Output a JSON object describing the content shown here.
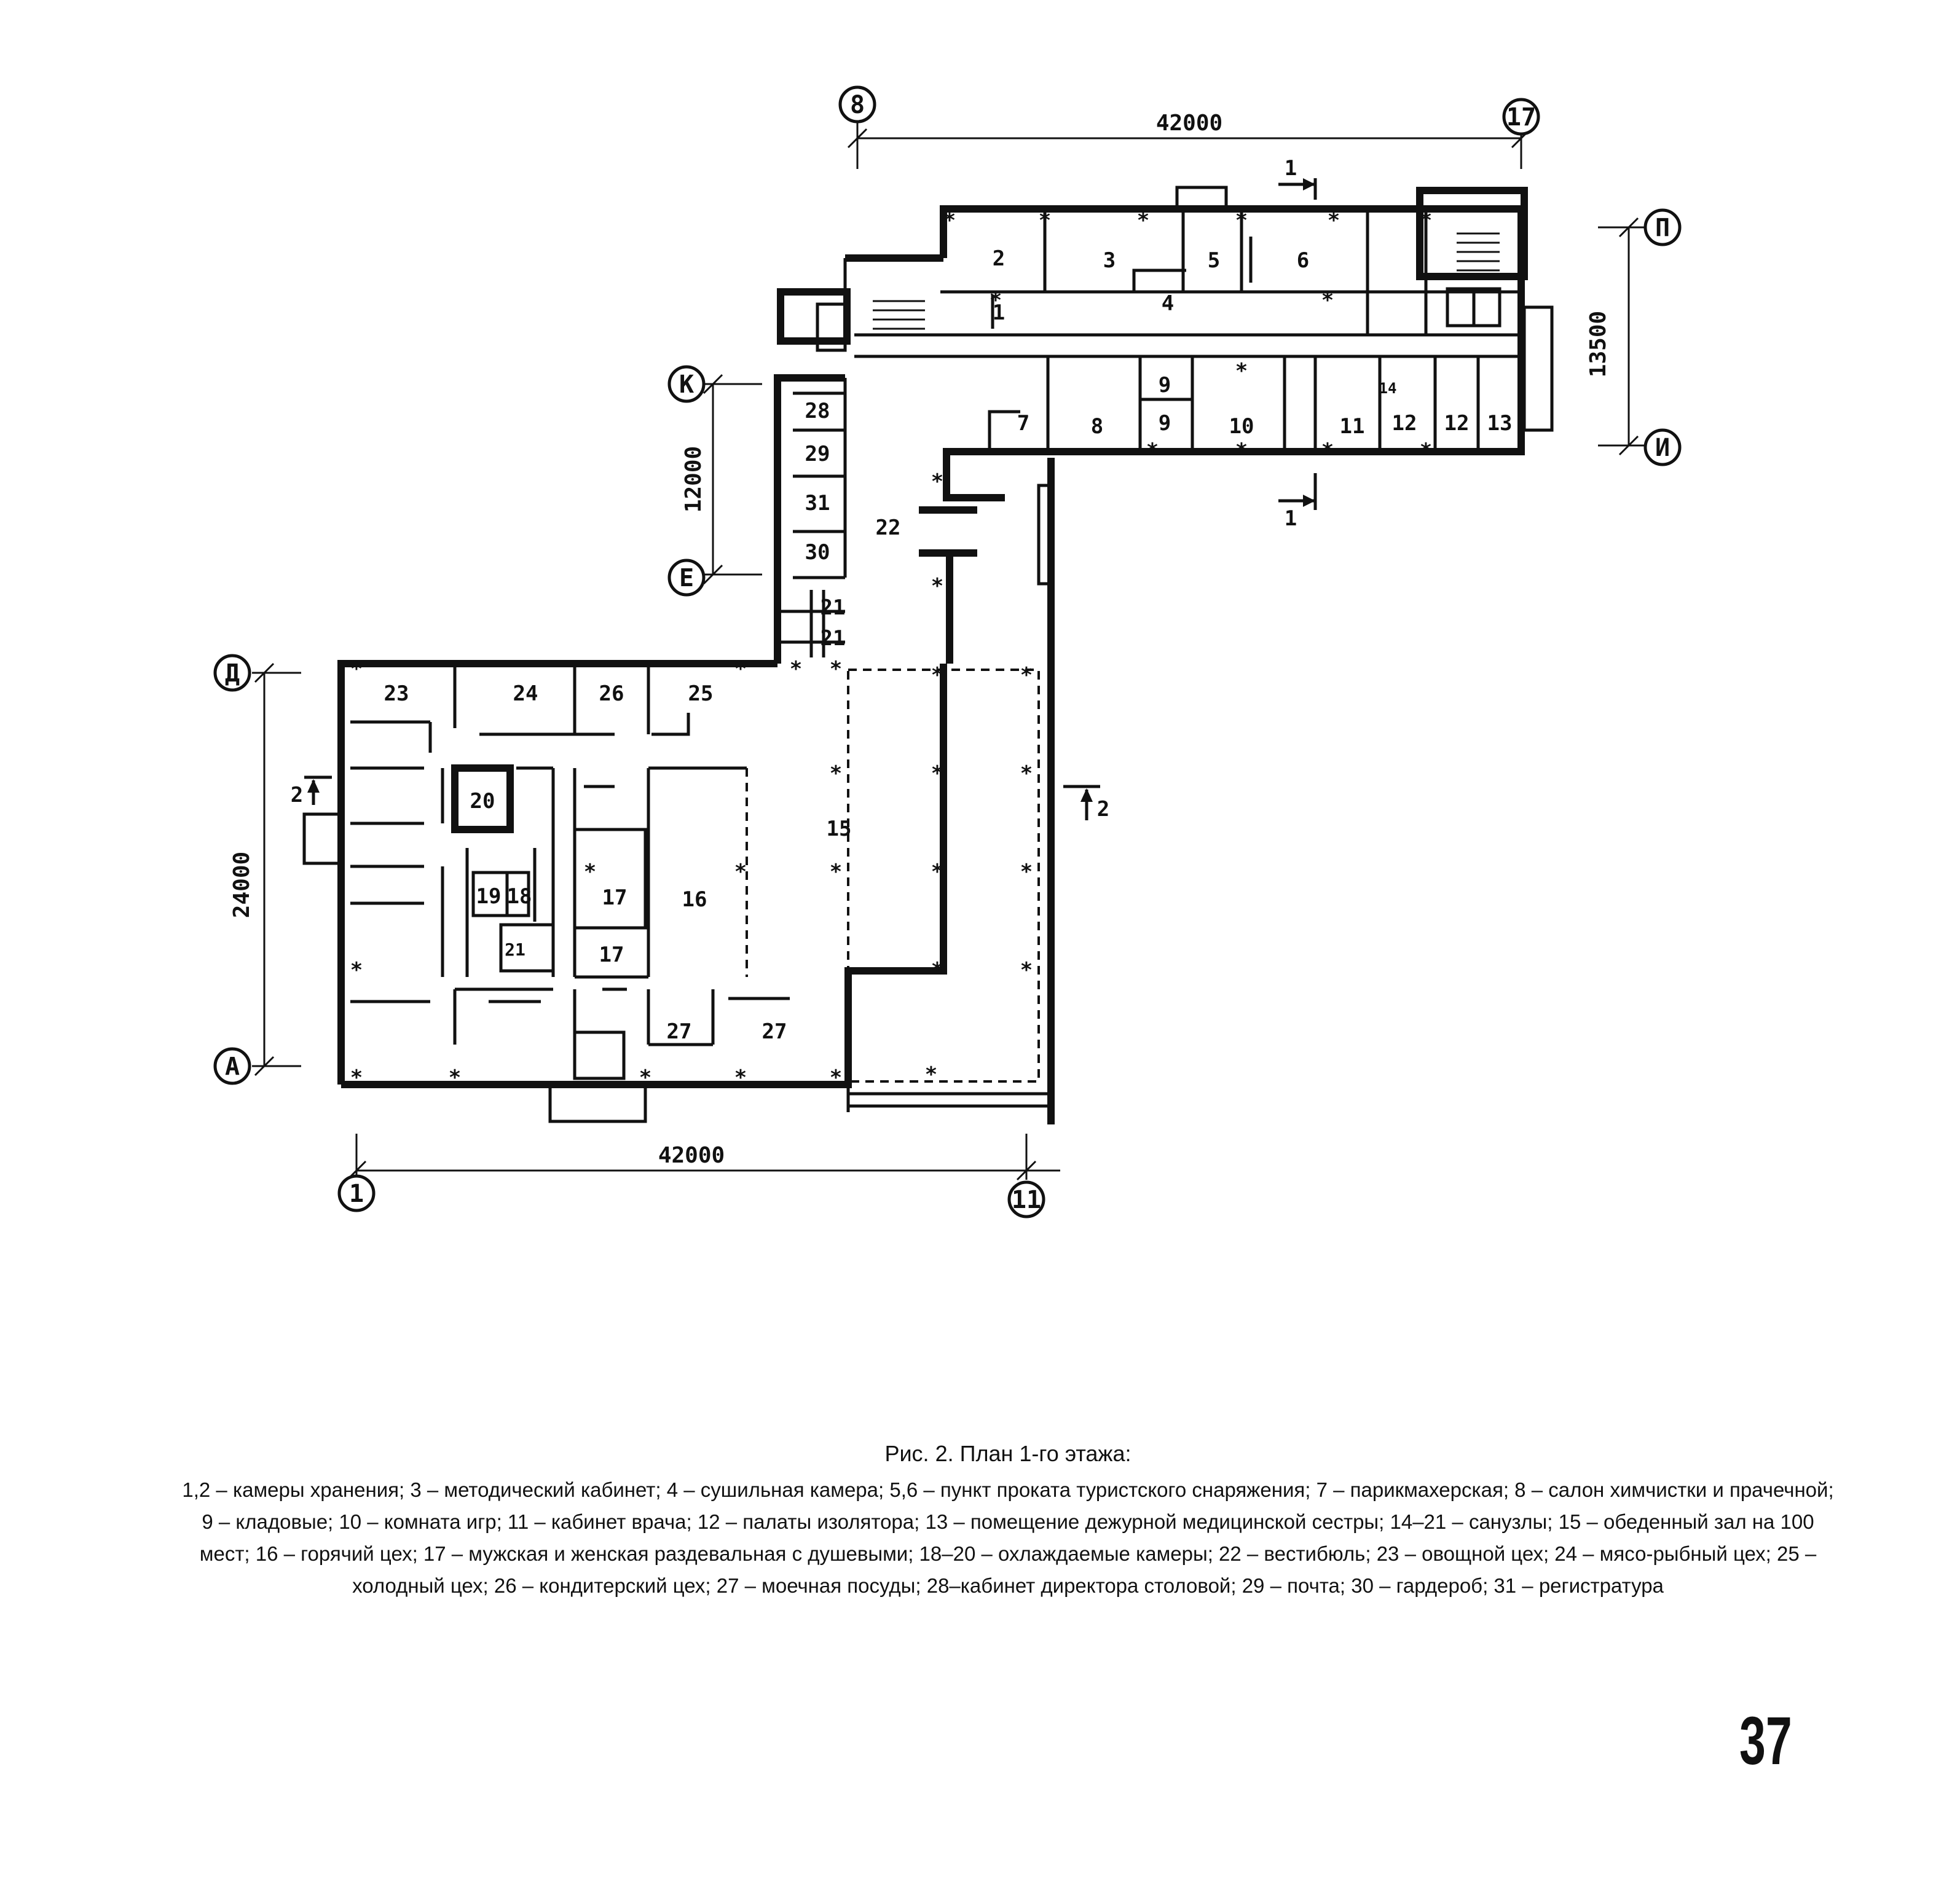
{
  "axes": {
    "col_8": "8",
    "col_17": "17",
    "col_1": "1",
    "col_11": "11",
    "row_P": "П",
    "row_I": "И",
    "row_K": "К",
    "row_E": "Е",
    "row_D": "Д",
    "row_A": "А"
  },
  "dimensions": {
    "top_width": "42000",
    "bottom_width": "42000",
    "right_height": "13500",
    "mid_height": "12000",
    "left_height": "24000"
  },
  "section_marks": {
    "s1_top": "1",
    "s1_bottom": "1",
    "s2_left": "2",
    "s2_right": "2"
  },
  "rooms": {
    "r1": "1",
    "r2": "2",
    "r3": "3",
    "r4": "4",
    "r5": "5",
    "r6": "6",
    "r7": "7",
    "r8": "8",
    "r9a": "9",
    "r9b": "9",
    "r10": "10",
    "r11": "11",
    "r12a": "12",
    "r12b": "12",
    "r13": "13",
    "r14": "14",
    "r15": "15",
    "r16": "16",
    "r17a": "17",
    "r17b": "17",
    "r18": "18",
    "r19": "19",
    "r20": "20",
    "r21a": "21",
    "r21b": "21",
    "r21c": "21",
    "r22": "22",
    "r23": "23",
    "r24": "24",
    "r25": "25",
    "r26": "26",
    "r27a": "27",
    "r27b": "27",
    "r28": "28",
    "r29": "29",
    "r30": "30",
    "r31": "31"
  },
  "caption": {
    "title": "Рис. 2. План 1-го этажа:",
    "body": "1,2 – камеры хранения; 3 – методический кабинет; 4 – сушильная камера; 5,6 – пункт проката туристского снаряжения; 7 – парикмахерская; 8 – салон химчистки и прачечной; 9 – кладовые; 10 – комната игр; 11 – кабинет врача; 12 – палаты изолятора; 13 – помещение дежурной медицинской сестры; 14–21 – санузлы; 15 – обеденный зал на 100 мест; 16 – горячий цех; 17 – мужская и женская раздевальная с душевыми; 18–20 – охлаждаемые камеры; 22 – вестибюль; 23 – овощной цех; 24 – мясо-рыбный цех; 25 – холодный цех; 26 – кондитерский цех; 27 – моечная посуды; 28–кабинет директора столовой; 29 – почта; 30 – гардероб; 31 – регистратура"
  },
  "page_number": "37"
}
